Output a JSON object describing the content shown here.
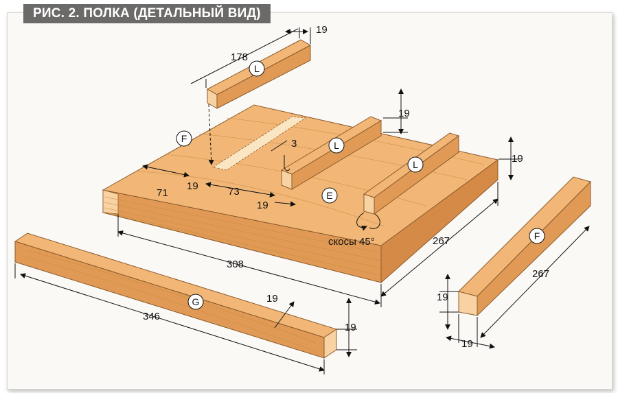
{
  "title": "РИС. 2. ПОЛКА (ДЕТАЛЬНЫЙ ВИД)",
  "colors": {
    "wood_top": "#f2b777",
    "wood_side": "#e09a55",
    "wood_end": "#f8d2a3",
    "frame_bg": "#fbf9f6",
    "title_bg": "#6c6a68"
  },
  "parts": {
    "L_top": "L",
    "L_mid": "L",
    "L_right": "L",
    "F_top": "F",
    "F_right": "F",
    "E": "E",
    "G": "G"
  },
  "dims": {
    "l_top_width": "19",
    "l_top_length": "178",
    "l_mid_height": "19",
    "slot_depth": "3",
    "base_thickness": "19",
    "offset_71": "71",
    "offset_19a": "19",
    "offset_73": "73",
    "offset_19b": "19",
    "base_depth": "267",
    "base_length": "308",
    "g_length": "346",
    "g_width": "19",
    "g_height": "19",
    "f_length": "267",
    "f_height": "19",
    "f_width": "19"
  },
  "annotation": "скосы 45°"
}
